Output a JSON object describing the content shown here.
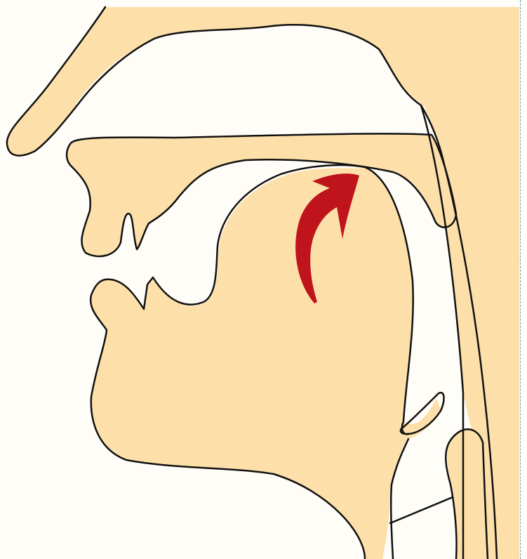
{
  "diagram": {
    "colors": {
      "background": "#fffdf8",
      "tissue": "#fde0a9",
      "outline": "#111111",
      "arrow": "#c0141c",
      "edge": "#6a9ab5"
    },
    "parts": [
      "nasal-bone",
      "nasal-cavity",
      "upper-lip",
      "upper-incisor",
      "hard-palate",
      "velum",
      "tongue-tip",
      "lower-incisor",
      "lower-lip",
      "chin",
      "tongue",
      "epiglottis",
      "larynx",
      "vocal-folds",
      "pharyngeal-wall"
    ],
    "arrow": {
      "icon": "curved-arrow-up-right",
      "meaning": "tongue-dorsum-raising-toward-velum"
    }
  }
}
